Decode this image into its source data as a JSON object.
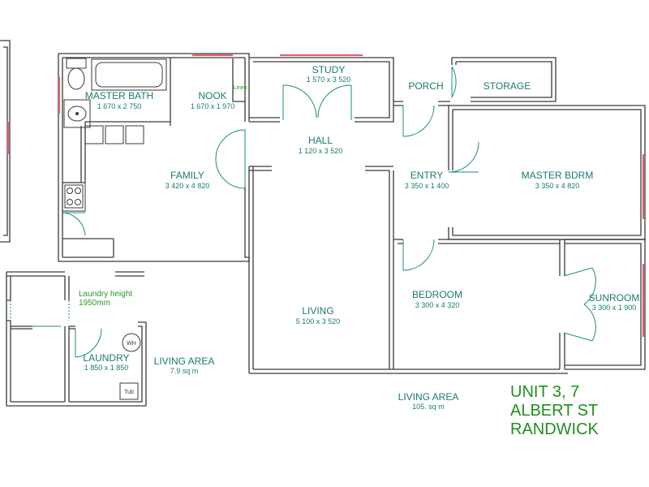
{
  "rooms": {
    "master_bath": {
      "name": "MASTER BATH",
      "dims": "1 670 x 2 750"
    },
    "nook": {
      "name": "NOOK",
      "dims": "1 670 x 1 970"
    },
    "linen": {
      "name": "Linen"
    },
    "study": {
      "name": "STUDY",
      "dims": "1 570 x 3 520"
    },
    "porch": {
      "name": "PORCH"
    },
    "storage": {
      "name": "STORAGE"
    },
    "hall": {
      "name": "HALL",
      "dims": "1 120 x 3 520"
    },
    "family": {
      "name": "FAMILY",
      "dims": "3 420 x 4 820"
    },
    "entry": {
      "name": "ENTRY",
      "dims": "3 350 x 1 400"
    },
    "master_bdrm": {
      "name": "MASTER BDRM",
      "dims": "3 350 x 4 820"
    },
    "bedroom": {
      "name": "BEDROOM",
      "dims": "3 300 x 4 320"
    },
    "sunroom": {
      "name": "SUNROOM",
      "dims": "3 300 x 1 900"
    },
    "living": {
      "name": "LIVING",
      "dims": "5 100 x 3 520"
    },
    "laundry": {
      "name": "LAUNDRY",
      "dims": "1 850 x 1 850"
    }
  },
  "fixtures": {
    "water_heater": "WH",
    "tub": "Tub"
  },
  "notes": {
    "laundry_height_line1": "Laundry height",
    "laundry_height_line2": "1950mm"
  },
  "areas": {
    "laundry_area_label": "LIVING AREA",
    "laundry_area_value": "7.9 sq m",
    "main_area_label": "LIVING AREA",
    "main_area_value": "105. sq m"
  },
  "address": {
    "line1": "UNIT 3, 7",
    "line2": "ALBERT ST",
    "line3": "RANDWICK"
  },
  "colors": {
    "wall": "#3a3a3a",
    "text": "#1a7a70",
    "note": "#2a9a2a",
    "address": "#1f8f1f",
    "door": "#1a8c80",
    "window": "#e06070"
  }
}
